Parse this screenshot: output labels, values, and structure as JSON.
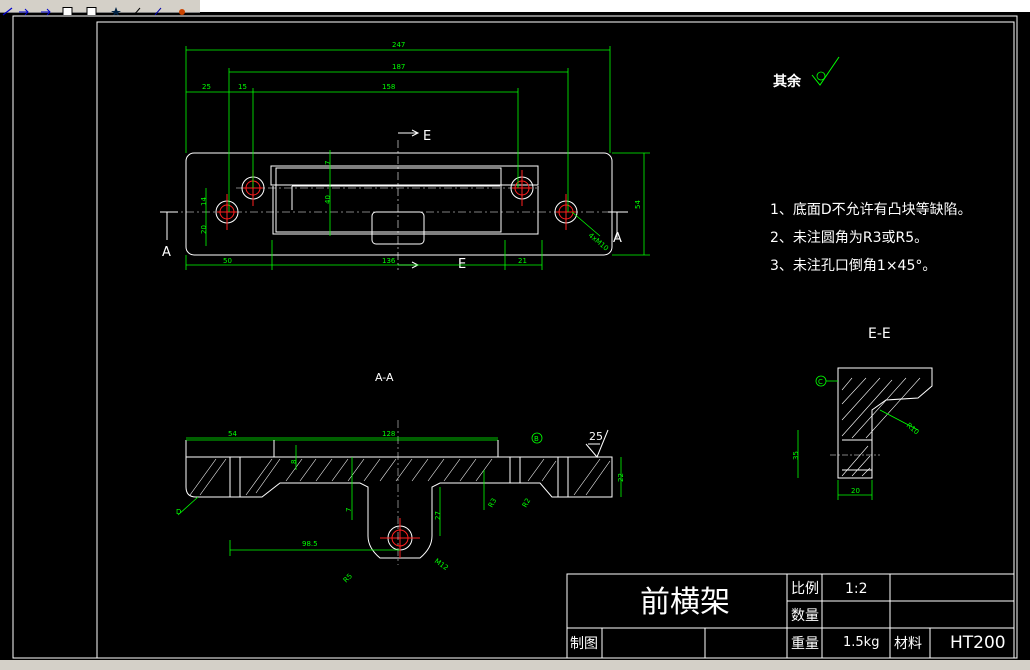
{
  "toolbar": {
    "icons": [
      "arrow-line-icon",
      "arrow-right-icon",
      "square-icon",
      "square-icon",
      "star-icon",
      "arrow-icon",
      "pencil-icon",
      "brush-icon"
    ]
  },
  "drawing": {
    "top_view": {
      "dims": {
        "overall": "247",
        "holes_span": "187",
        "inner_span": "158",
        "left_offset": "25",
        "left_hole": "15",
        "bottom_left": "50",
        "bottom_mid": "136",
        "bottom_right": "21",
        "height": "54",
        "v14": "14",
        "v20": "20",
        "v40": "40",
        "v7": "7",
        "hole_note": "4xM10"
      },
      "section_a_left": "A",
      "section_a_right": "A",
      "section_e_top": "E",
      "section_e_bottom": "E"
    },
    "notes": {
      "surface_prefix": "其余",
      "items": [
        "1、底面D不允许有凸块等缺陷。",
        "2、未注圆角为R3或R5。",
        "3、未注孔口倒角1×45°。"
      ]
    },
    "section_aa": {
      "title": "A-A",
      "dims": {
        "d54": "54",
        "d128": "128",
        "d98": "98.5",
        "d22": "22",
        "d27": "27",
        "d7": "7",
        "d8": "8",
        "roughness": "25",
        "datum_b": "B",
        "datum_d": "D",
        "r5": "R5",
        "m12": "M12",
        "r2": "R2",
        "r3": "R3"
      }
    },
    "section_ee": {
      "title": "E-E",
      "dims": {
        "d20": "20",
        "d35": "35",
        "datum_c": "C",
        "r10": "R10"
      }
    },
    "title_block": {
      "part_name": "前横架",
      "scale_label": "比例",
      "scale_value": "1:2",
      "quantity_label": "数量",
      "quantity_value": "",
      "drawn_label": "制图",
      "weight_label": "重量",
      "weight_value": "1.5kg",
      "material_label": "材料",
      "material_value": "HT200"
    }
  }
}
